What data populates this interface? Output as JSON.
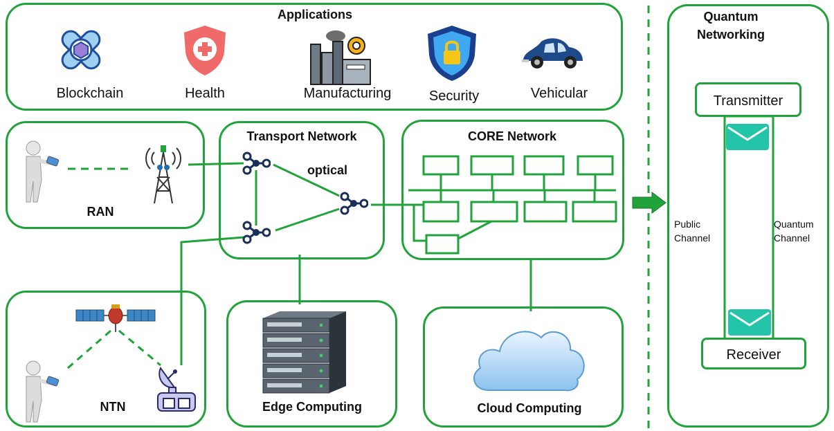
{
  "applications": {
    "title": "Applications",
    "items": [
      {
        "label": "Blockchain",
        "icon": "blockchain-icon"
      },
      {
        "label": "Health",
        "icon": "health-shield-icon"
      },
      {
        "label": "Manufacturing",
        "icon": "factory-icon"
      },
      {
        "label": "Security",
        "icon": "security-lock-icon"
      },
      {
        "label": "Vehicular",
        "icon": "car-icon"
      }
    ]
  },
  "ran": {
    "title": "RAN",
    "icons": [
      "user-phone-icon",
      "cell-tower-icon"
    ]
  },
  "transport": {
    "title": "Transport Network",
    "optical_label": "optical",
    "icon": "network-node-icon"
  },
  "core": {
    "title": "CORE Network"
  },
  "ntn": {
    "title": "NTN",
    "icons": [
      "satellite-icon",
      "user-phone-icon",
      "ground-station-icon"
    ]
  },
  "edge": {
    "title": "Edge Computing",
    "icon": "server-rack-icon"
  },
  "cloud": {
    "title": "Cloud Computing",
    "icon": "cloud-icon"
  },
  "quantum": {
    "title_line1": "Quantum",
    "title_line2": "Networking",
    "transmitter": "Transmitter",
    "receiver": "Receiver",
    "public_channel_line1": "Public",
    "public_channel_line2": "Channel",
    "quantum_channel_line1": "Quantum",
    "quantum_channel_line2": "Channel",
    "icons": [
      "envelope-icon",
      "envelope-icon"
    ]
  },
  "colors": {
    "frame": "#1fa33a",
    "arrow": "#1fa33a",
    "envelope": "#1fc8b0"
  }
}
